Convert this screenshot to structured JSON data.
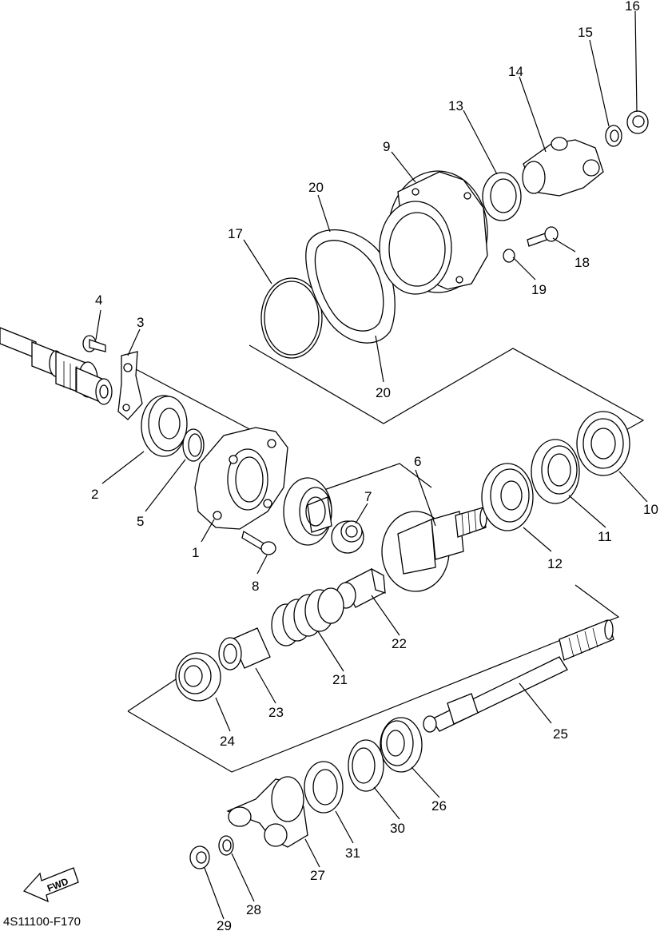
{
  "diagram_code": "4S11100-F170",
  "fwd_label": "FWD",
  "callouts": {
    "1": "1",
    "2": "2",
    "3": "3",
    "4": "4",
    "5": "5",
    "6": "6",
    "7": "7",
    "8": "8",
    "9": "9",
    "10": "10",
    "11": "11",
    "12": "12",
    "13": "13",
    "14": "14",
    "15": "15",
    "16": "16",
    "17": "17",
    "18": "18",
    "19": "19",
    "20a": "20",
    "20b": "20",
    "21": "21",
    "22": "22",
    "23": "23",
    "24": "24",
    "25": "25",
    "26": "26",
    "27": "27",
    "28": "28",
    "29": "29",
    "30": "30",
    "31": "31"
  }
}
